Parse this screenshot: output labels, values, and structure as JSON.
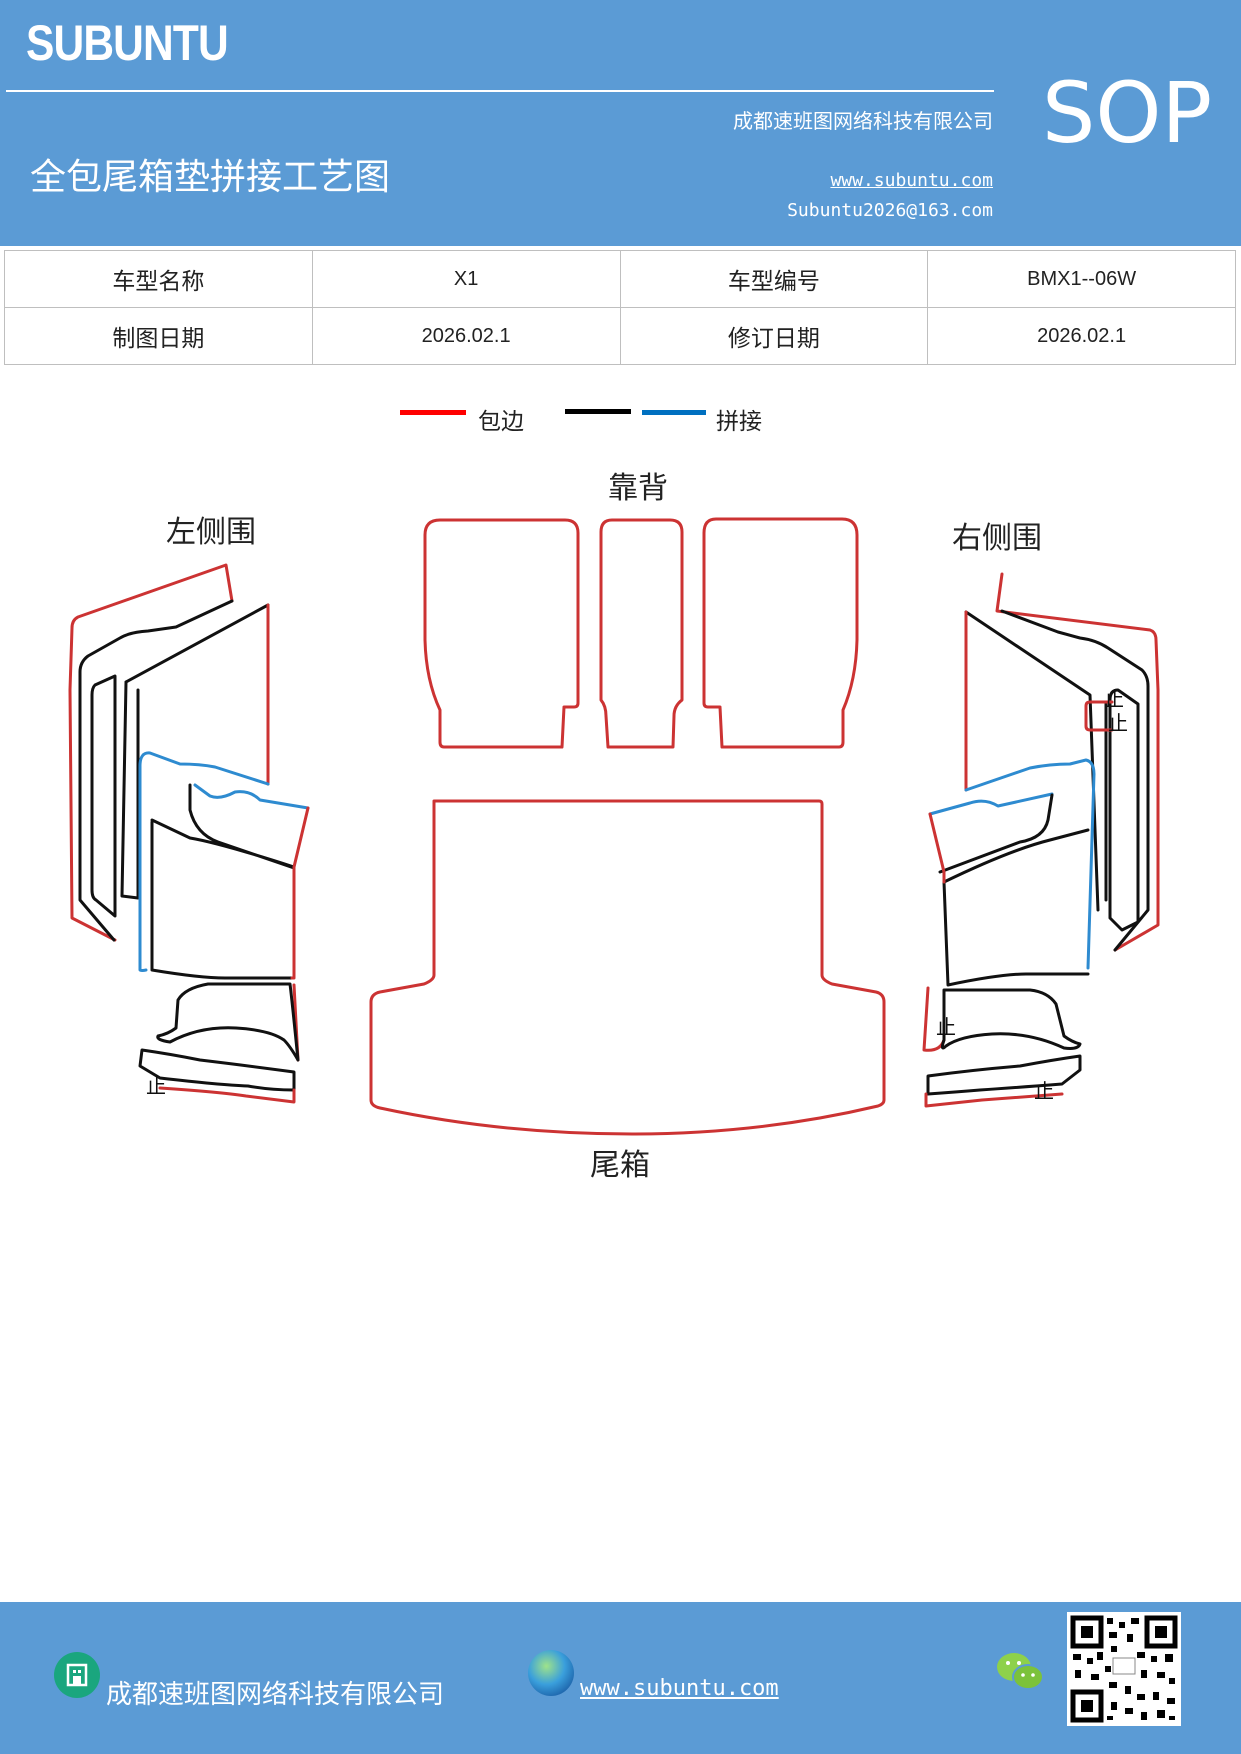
{
  "header": {
    "brand": "SUBUNTU",
    "company": "成都速班图网络科技有限公司",
    "title": "全包尾箱垫拼接工艺图",
    "url": "www.subuntu.com",
    "email": "Subuntu2026@163.com",
    "badge": "SOP"
  },
  "info": {
    "model_name_label": "车型名称",
    "model_name_value": "X1",
    "model_code_label": "车型编号",
    "model_code_value": "BMX1--06W",
    "draw_date_label": "制图日期",
    "draw_date_value": "2026.02.1",
    "revise_date_label": "修订日期",
    "revise_date_value": "2026.02.1"
  },
  "legend": {
    "items": [
      {
        "label": "包边",
        "color": "#ff0000"
      },
      {
        "label": "",
        "color": "#000000"
      },
      {
        "label": "拼接",
        "color": "#0070c0"
      }
    ]
  },
  "diagram": {
    "backrest_label": "靠背",
    "left_side_label": "左侧围",
    "right_side_label": "右侧围",
    "trunk_label": "尾箱",
    "stop_mark": "止"
  },
  "footer": {
    "company": "成都速班图网络科技有限公司",
    "url": "www.subuntu.com"
  },
  "colors": {
    "header_bg": "#5b9bd5",
    "edge_red": "#cc3333",
    "seam_blue": "#2e8bd0",
    "seam_black": "#111111"
  }
}
